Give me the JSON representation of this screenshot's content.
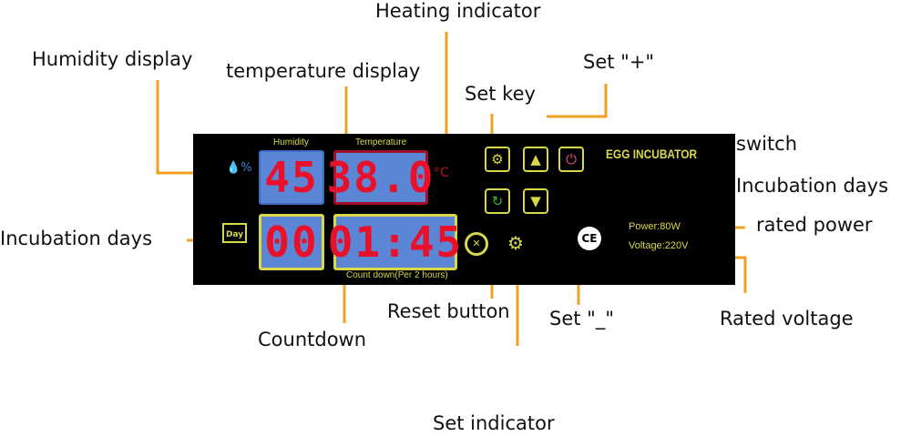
{
  "labels": {
    "heating_indicator": "Heating indicator",
    "humidity_display": "Humidity display",
    "temperature_display": "temperature display",
    "set_key": "Set key",
    "set_plus": "Set \"+\"",
    "switch": "switch",
    "incubation_days_right": "Incubation days",
    "rated_power": "rated power",
    "incubation_days_left": "Incubation days",
    "reset_button": "Reset button",
    "set_minus": "Set \"_\"",
    "rated_voltage": "Rated voltage",
    "countdown": "Countdown",
    "set_indicator": "Set indicator"
  },
  "panel": {
    "humidity_caption": "Humidity",
    "temperature_caption": "Temperature",
    "humidity_value": "45",
    "temperature_value": "38.0",
    "days_value": "00",
    "countdown_value": "01:45",
    "countdown_caption": "Count down(Per 2 hours)",
    "day_icon_text": "Day",
    "brand": "EGG INCUBATOR",
    "power": "Power:80W",
    "voltage": "Voltage:220V",
    "ce_mark": "CE",
    "temp_unit": "°C",
    "humidity_unit": "%"
  },
  "colors": {
    "leader": "#f0a020",
    "lcd_bg": "#5b86d6",
    "digit": "#e8102a",
    "frame": "#d8d84a"
  }
}
